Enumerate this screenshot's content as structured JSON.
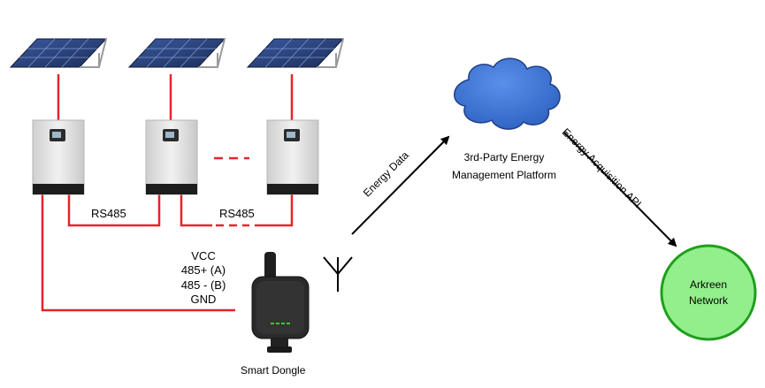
{
  "labels": {
    "rs485_left": "RS485",
    "rs485_right": "RS485",
    "pins": [
      "VCC",
      "485+ (A)",
      "485 - (B)",
      "GND"
    ],
    "dongle": "Smart Dongle",
    "energy_data": "Energy Data",
    "platform_line1": "3rd-Party Energy",
    "platform_line2": "Management Platform",
    "api": "Energy Acquisition API",
    "network_line1": "Arkreen",
    "network_line2": "Network"
  },
  "colors": {
    "wire": "#e8232a",
    "cloud_fill": "#3c74d3",
    "cloud_stroke": "#1f3f86",
    "network_fill": "#92ef8c",
    "network_stroke": "#1f9e1c",
    "arrow": "#000000",
    "panel": "#243a6d",
    "inverter_body": "#e6e6e6",
    "inverter_base": "#1d1d1d",
    "dongle_body": "#2a2a2a",
    "led": "#2fd12f"
  },
  "icons": [
    "solar-panel-icon",
    "inverter-icon",
    "antenna-icon",
    "cloud-icon",
    "smart-dongle-icon"
  ]
}
